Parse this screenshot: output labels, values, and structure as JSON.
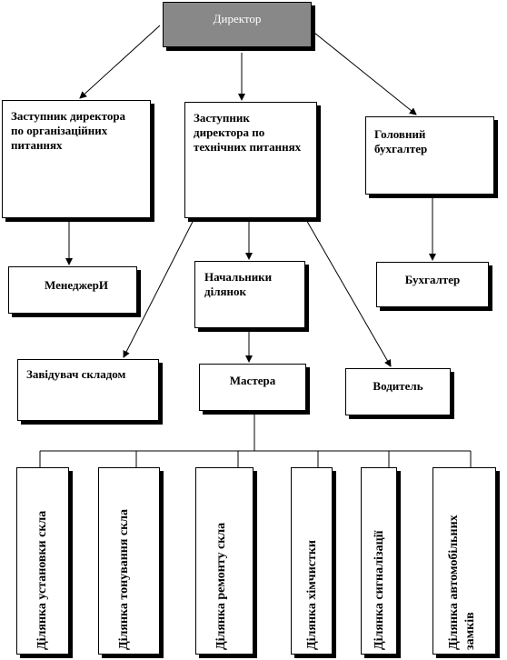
{
  "diagram": {
    "director": "Директор",
    "deputy_org": "Заступник директора по організаційних питаннях",
    "deputy_tech": "Заступник директора по технічних питаннях",
    "chief_accountant": "Головний бухгалтер",
    "managers": "МенеджерИ",
    "section_heads": "Начальники ділянок",
    "accountant": "Бухгалтер",
    "warehouse_manager": "Завідувач складом",
    "masters": "Мастера",
    "driver": "Водитель",
    "sections": [
      "Ділянка установки скла",
      "Ділянка тонування скла",
      "Ділянка ремонту скла",
      "Ділянка хімчистки",
      "Ділянка сигналізації",
      "Ділянка автомобільних замків"
    ]
  }
}
